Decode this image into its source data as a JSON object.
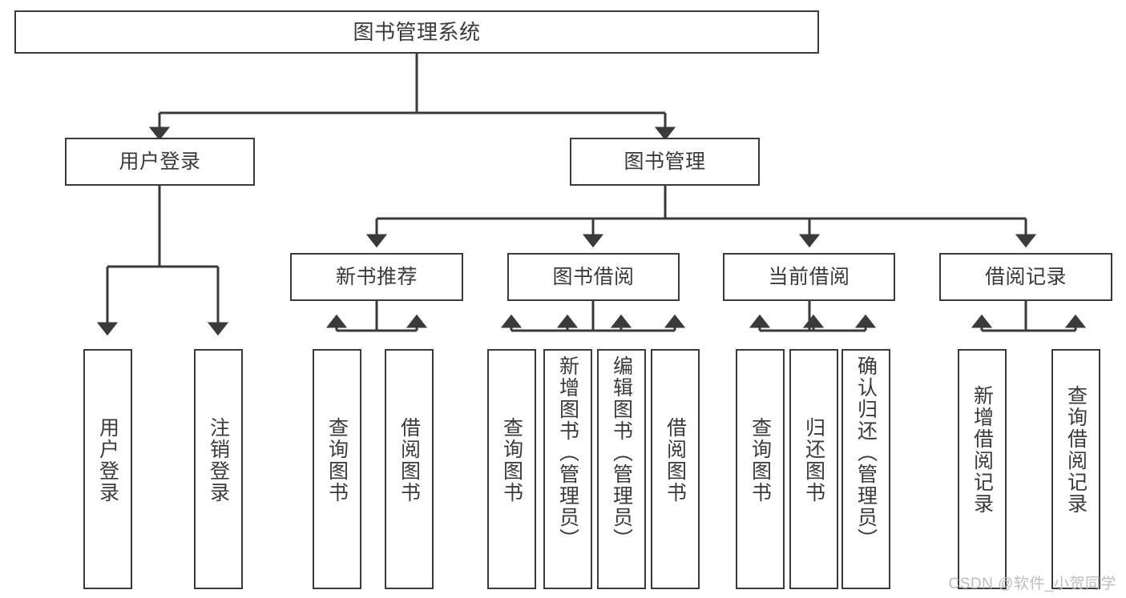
{
  "diagram": {
    "title": "图书管理系统",
    "type": "hierarchy-tree",
    "watermark": "CSDN @软件_小贺同学",
    "colors": {
      "stroke": "#3a3a3a",
      "fill": "#ffffff",
      "watermark": "#bdbdbd"
    },
    "nodes": {
      "root": {
        "label": "图书管理系统",
        "level": 1
      },
      "l2": [
        {
          "id": "user-login",
          "label": "用户登录",
          "level": 2
        },
        {
          "id": "book-manage",
          "label": "图书管理",
          "level": 2
        }
      ],
      "l3": [
        {
          "id": "new-book-recommend",
          "label": "新书推荐",
          "level": 3
        },
        {
          "id": "book-borrow",
          "label": "图书借阅",
          "level": 3
        },
        {
          "id": "current-borrow",
          "label": "当前借阅",
          "level": 3
        },
        {
          "id": "borrow-record",
          "label": "借阅记录",
          "level": 3
        }
      ],
      "leaves": [
        {
          "id": "leaf-user-login",
          "label": "用户登录",
          "parent": "user-login"
        },
        {
          "id": "leaf-logout-login",
          "label": "注销登录",
          "parent": "user-login"
        },
        {
          "id": "leaf-query-book-1",
          "label": "查询图书",
          "parent": "new-book-recommend"
        },
        {
          "id": "leaf-borrow-book-1",
          "label": "借阅图书",
          "parent": "new-book-recommend"
        },
        {
          "id": "leaf-query-book-2",
          "label": "查询图书",
          "parent": "book-borrow"
        },
        {
          "id": "leaf-add-book",
          "label": "新增图书（管理员）",
          "parent": "book-borrow"
        },
        {
          "id": "leaf-edit-book",
          "label": "编辑图书（管理员）",
          "parent": "book-borrow"
        },
        {
          "id": "leaf-borrow-book-2",
          "label": "借阅图书",
          "parent": "book-borrow"
        },
        {
          "id": "leaf-query-book-3",
          "label": "查询图书",
          "parent": "current-borrow"
        },
        {
          "id": "leaf-return-book",
          "label": "归还图书",
          "parent": "current-borrow"
        },
        {
          "id": "leaf-confirm-return",
          "label": "确认归还（管理员）",
          "parent": "current-borrow"
        },
        {
          "id": "leaf-add-record",
          "label": "新增借阅记录",
          "parent": "borrow-record"
        },
        {
          "id": "leaf-query-record",
          "label": "查询借阅记录",
          "parent": "borrow-record"
        }
      ]
    }
  }
}
